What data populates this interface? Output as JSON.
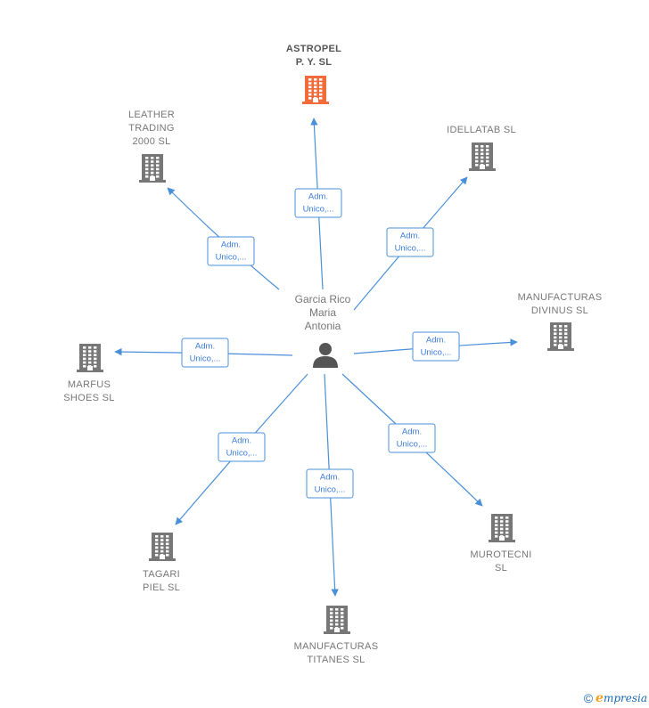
{
  "person": {
    "name_lines": [
      "Garcia Rico",
      "Maria",
      "Antonia"
    ],
    "icon": "person-icon"
  },
  "link_label_lines": [
    "Adm.",
    "Unico,..."
  ],
  "companies": [
    {
      "id": "astropel",
      "lines": [
        "ASTROPEL",
        "P. Y.  SL"
      ],
      "highlighted": true
    },
    {
      "id": "leather-trading",
      "lines": [
        "LEATHER",
        "TRADING",
        "2000  SL"
      ],
      "highlighted": false
    },
    {
      "id": "idellatab",
      "lines": [
        "IDELLATAB  SL"
      ],
      "highlighted": false
    },
    {
      "id": "manufacturas-divinus",
      "lines": [
        "MANUFACTURAS",
        "DIVINUS  SL"
      ],
      "highlighted": false
    },
    {
      "id": "marfus-shoes",
      "lines": [
        "MARFUS",
        "SHOES  SL"
      ],
      "highlighted": false
    },
    {
      "id": "murotecni",
      "lines": [
        "MUROTECNI",
        "SL"
      ],
      "highlighted": false
    },
    {
      "id": "tagari-piel",
      "lines": [
        "TAGARI",
        "PIEL  SL"
      ],
      "highlighted": false
    },
    {
      "id": "manufacturas-titanes",
      "lines": [
        "MANUFACTURAS",
        "TITANES  SL"
      ],
      "highlighted": false
    }
  ],
  "colors": {
    "highlight": "#f26b3a",
    "building": "#777777",
    "edge": "#4a90d9",
    "person": "#555555"
  },
  "footer": {
    "copyright": "©",
    "brand_initial": "e",
    "brand_rest": "mpresia"
  }
}
